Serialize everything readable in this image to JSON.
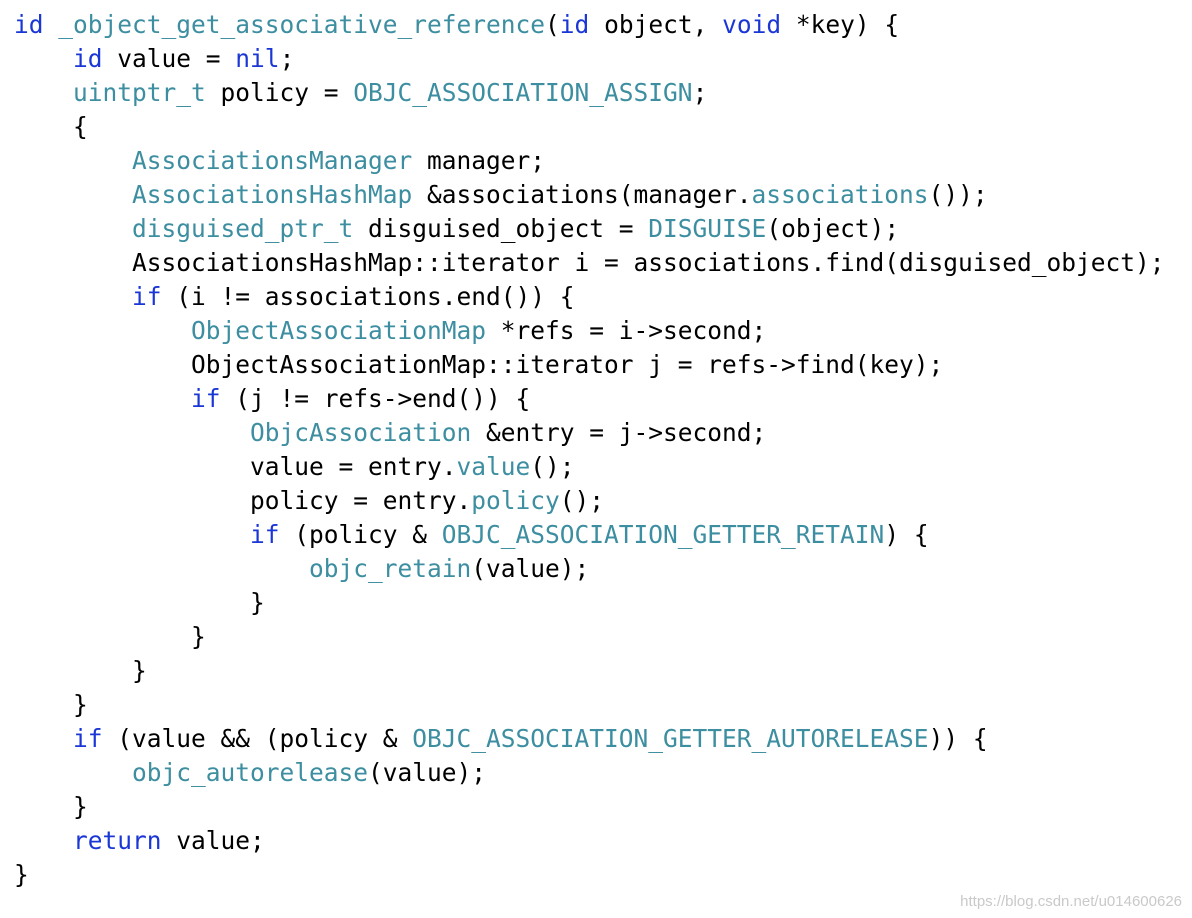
{
  "colors": {
    "keyword": "#1a37d6",
    "type": "#3c8ea0",
    "plain": "#000000",
    "background": "#ffffff"
  },
  "code": {
    "lines": [
      [
        {
          "t": "id",
          "k": "kw"
        },
        {
          "t": " _object_get_associative_reference",
          "k": "ty"
        },
        {
          "t": "("
        },
        {
          "t": "id",
          "k": "kw"
        },
        {
          "t": " object, "
        },
        {
          "t": "void",
          "k": "kw"
        },
        {
          "t": " *key) {"
        }
      ],
      [
        {
          "t": "    "
        },
        {
          "t": "id",
          "k": "kw"
        },
        {
          "t": " value = "
        },
        {
          "t": "nil",
          "k": "kw"
        },
        {
          "t": ";"
        }
      ],
      [
        {
          "t": "    "
        },
        {
          "t": "uintptr_t",
          "k": "ty"
        },
        {
          "t": " policy = "
        },
        {
          "t": "OBJC_ASSOCIATION_ASSIGN",
          "k": "ty"
        },
        {
          "t": ";"
        }
      ],
      [
        {
          "t": "    {"
        }
      ],
      [
        {
          "t": "        "
        },
        {
          "t": "AssociationsManager",
          "k": "ty"
        },
        {
          "t": " manager;"
        }
      ],
      [
        {
          "t": "        "
        },
        {
          "t": "AssociationsHashMap",
          "k": "ty"
        },
        {
          "t": " &associations(manager."
        },
        {
          "t": "associations",
          "k": "ty"
        },
        {
          "t": "());"
        }
      ],
      [
        {
          "t": "        "
        },
        {
          "t": "disguised_ptr_t",
          "k": "ty"
        },
        {
          "t": " disguised_object = "
        },
        {
          "t": "DISGUISE",
          "k": "ty"
        },
        {
          "t": "(object);"
        }
      ],
      [
        {
          "t": "        AssociationsHashMap::iterator i = associations.find(disguised_object);"
        }
      ],
      [
        {
          "t": "        "
        },
        {
          "t": "if",
          "k": "kw"
        },
        {
          "t": " (i != associations.end()) {"
        }
      ],
      [
        {
          "t": "            "
        },
        {
          "t": "ObjectAssociationMap",
          "k": "ty"
        },
        {
          "t": " *refs = i->second;"
        }
      ],
      [
        {
          "t": "            ObjectAssociationMap::iterator j = refs->find(key);"
        }
      ],
      [
        {
          "t": "            "
        },
        {
          "t": "if",
          "k": "kw"
        },
        {
          "t": " (j != refs->end()) {"
        }
      ],
      [
        {
          "t": "                "
        },
        {
          "t": "ObjcAssociation",
          "k": "ty"
        },
        {
          "t": " &entry = j->second;"
        }
      ],
      [
        {
          "t": "                value = entry."
        },
        {
          "t": "value",
          "k": "ty"
        },
        {
          "t": "();"
        }
      ],
      [
        {
          "t": "                policy = entry."
        },
        {
          "t": "policy",
          "k": "ty"
        },
        {
          "t": "();"
        }
      ],
      [
        {
          "t": "                "
        },
        {
          "t": "if",
          "k": "kw"
        },
        {
          "t": " (policy & "
        },
        {
          "t": "OBJC_ASSOCIATION_GETTER_RETAIN",
          "k": "ty"
        },
        {
          "t": ") {"
        }
      ],
      [
        {
          "t": "                    "
        },
        {
          "t": "objc_retain",
          "k": "ty"
        },
        {
          "t": "(value);"
        }
      ],
      [
        {
          "t": "                }"
        }
      ],
      [
        {
          "t": "            }"
        }
      ],
      [
        {
          "t": "        }"
        }
      ],
      [
        {
          "t": "    }"
        }
      ],
      [
        {
          "t": "    "
        },
        {
          "t": "if",
          "k": "kw"
        },
        {
          "t": " (value && (policy & "
        },
        {
          "t": "OBJC_ASSOCIATION_GETTER_AUTORELEASE",
          "k": "ty"
        },
        {
          "t": ")) {"
        }
      ],
      [
        {
          "t": "        "
        },
        {
          "t": "objc_autorelease",
          "k": "ty"
        },
        {
          "t": "(value);"
        }
      ],
      [
        {
          "t": "    }"
        }
      ],
      [
        {
          "t": "    "
        },
        {
          "t": "return",
          "k": "kw"
        },
        {
          "t": " value;"
        }
      ],
      [
        {
          "t": "}"
        }
      ]
    ]
  },
  "watermark": "https://blog.csdn.net/u014600626"
}
